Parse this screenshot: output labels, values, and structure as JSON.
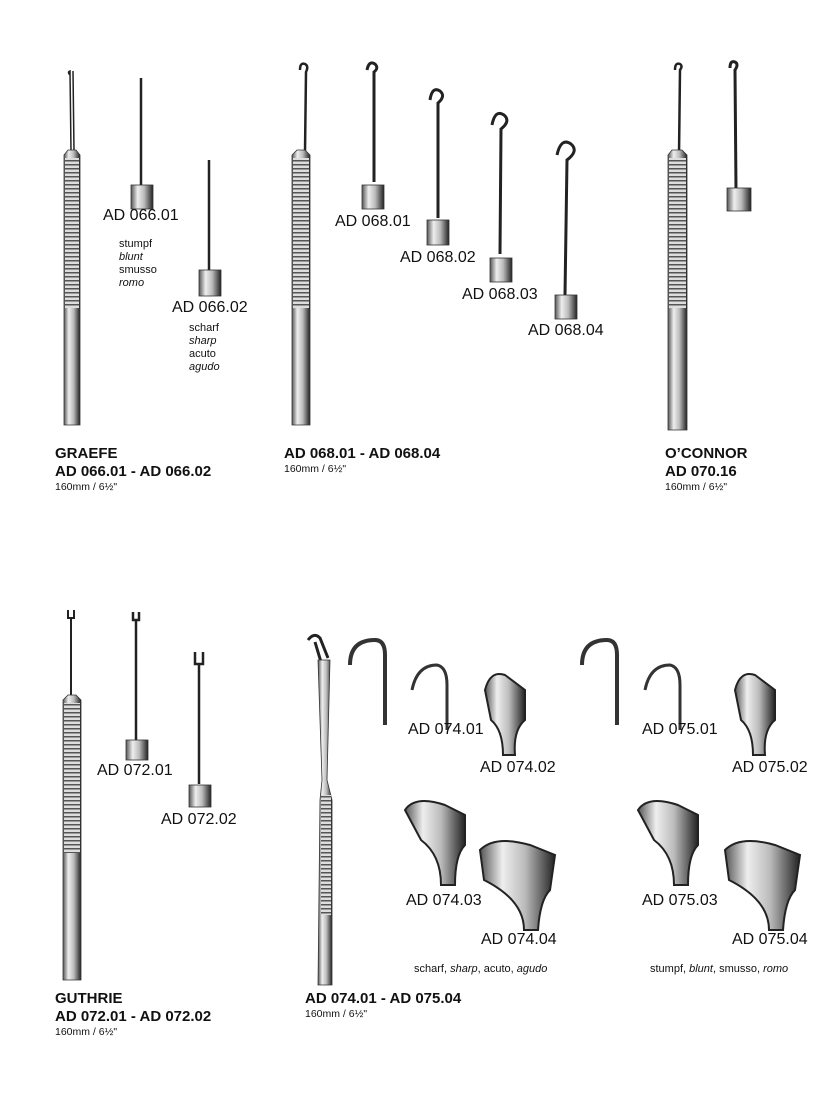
{
  "products": {
    "graefe": {
      "name": "GRAEFE",
      "range": "AD 066.01 - AD 066.02",
      "size": "160mm / 6½\"",
      "variants": [
        {
          "code": "AD 066.01",
          "desc": [
            "stumpf",
            "blunt",
            "smusso",
            "romo"
          ]
        },
        {
          "code": "AD 066.02",
          "desc": [
            "scharf",
            "sharp",
            "acuto",
            "agudo"
          ]
        }
      ]
    },
    "hooks068": {
      "range": "AD 068.01 - AD 068.04",
      "size": "160mm / 6½\"",
      "variants": [
        "AD 068.01",
        "AD 068.02",
        "AD 068.03",
        "AD 068.04"
      ]
    },
    "oconnor": {
      "name": "O’CONNOR",
      "range": "AD 070.16",
      "size": "160mm / 6½\""
    },
    "guthrie": {
      "name": "GUTHRIE",
      "range": "AD 072.01 - AD 072.02",
      "size": "160mm / 6½\"",
      "variants": [
        "AD 072.01",
        "AD 072.02"
      ]
    },
    "retractors": {
      "range": "AD 074.01 - AD 075.04",
      "size": "160mm / 6½\"",
      "sharp_variants": [
        "AD 074.01",
        "AD 074.02",
        "AD 074.03",
        "AD 074.04"
      ],
      "blunt_variants": [
        "AD 075.01",
        "AD 075.02",
        "AD 075.03",
        "AD 075.04"
      ],
      "sharp_caption": [
        "scharf, ",
        "sharp",
        ", acuto, ",
        "agudo"
      ],
      "blunt_caption": [
        "stumpf, ",
        "blunt",
        ", smusso, ",
        "romo"
      ]
    }
  }
}
